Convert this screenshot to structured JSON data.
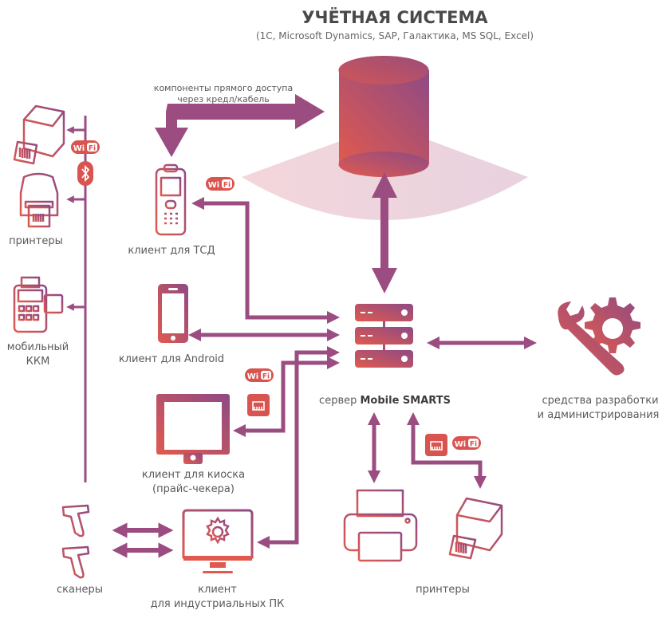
{
  "header": {
    "title": "УЧЁТНАЯ СИСТЕМА",
    "subtitle": "(1C, Microsoft Dynamics, SAP, Галактика, MS SQL, Excel)"
  },
  "direct_access": {
    "line1": "компоненты прямого доступа",
    "line2": "через кредл/кабель"
  },
  "nodes": {
    "printers_left": "принтеры",
    "mobile_kkm_line1": "мобильный",
    "mobile_kkm_line2": "ККМ",
    "scanners": "сканеры",
    "tsd_client": "клиент для ТСД",
    "android_client": "клиент для Android",
    "kiosk_line1": "клиент для киоска",
    "kiosk_line2": "(прайс-чекера)",
    "industrial_line1": "клиент",
    "industrial_line2": "для индустриальных ПК",
    "server_prefix": "сервер",
    "server_brand": "Mobile SMARTS",
    "devtools_line1": "средства разработки",
    "devtools_line2": "и администрирования",
    "printers_bottom": "принтеры"
  },
  "badges": {
    "wifi_wi": "Wi",
    "wifi_fi": "Fi"
  },
  "colors": {
    "arrow": "#9b4d82",
    "gradient_start": "#e05a4e",
    "gradient_end": "#8e4a85",
    "badge_red": "#d9534f",
    "fan": "#eccfd8"
  }
}
